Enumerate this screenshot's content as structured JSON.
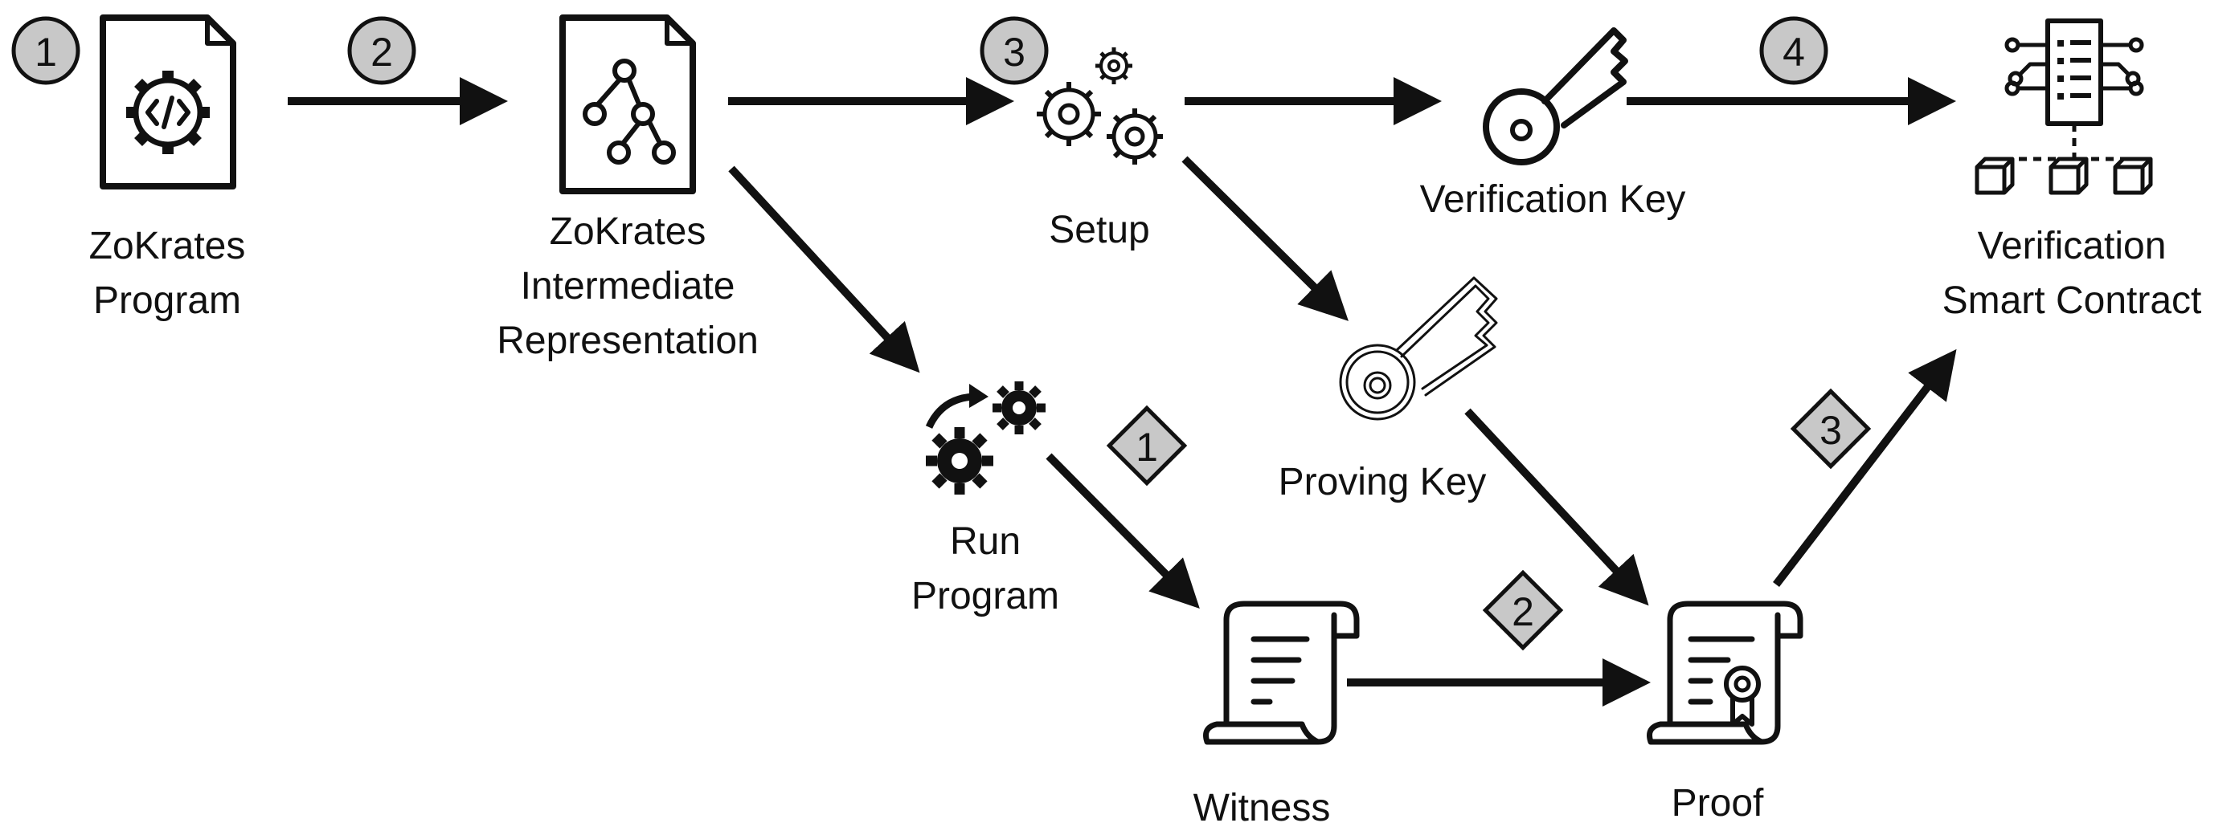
{
  "nodes": {
    "program": {
      "lines": [
        "ZoKrates",
        "Program"
      ],
      "icon": "code-file-icon"
    },
    "intermediate": {
      "lines": [
        "ZoKrates",
        "Intermediate",
        "Representation"
      ],
      "icon": "tree-file-icon"
    },
    "setup": {
      "lines": [
        "Setup"
      ],
      "icon": "gears-icon"
    },
    "verification_key": {
      "lines": [
        "Verification Key"
      ],
      "icon": "key-icon"
    },
    "contract": {
      "lines": [
        "Verification",
        "Smart Contract"
      ],
      "icon": "smart-contract-icon"
    },
    "run_program": {
      "lines": [
        "Run",
        "Program"
      ],
      "icon": "run-gears-icon"
    },
    "proving_key": {
      "lines": [
        "Proving Key"
      ],
      "icon": "proving-key-icon"
    },
    "witness": {
      "lines": [
        "Witness"
      ],
      "icon": "scroll-icon"
    },
    "proof": {
      "lines": [
        "Proof"
      ],
      "icon": "certificate-scroll-icon"
    }
  },
  "circle_steps": [
    "1",
    "2",
    "3",
    "4"
  ],
  "diamond_steps": [
    "1",
    "2",
    "3"
  ],
  "colors": {
    "ink": "#111111",
    "badge_fill": "#c8c8c8",
    "background": "#ffffff"
  }
}
